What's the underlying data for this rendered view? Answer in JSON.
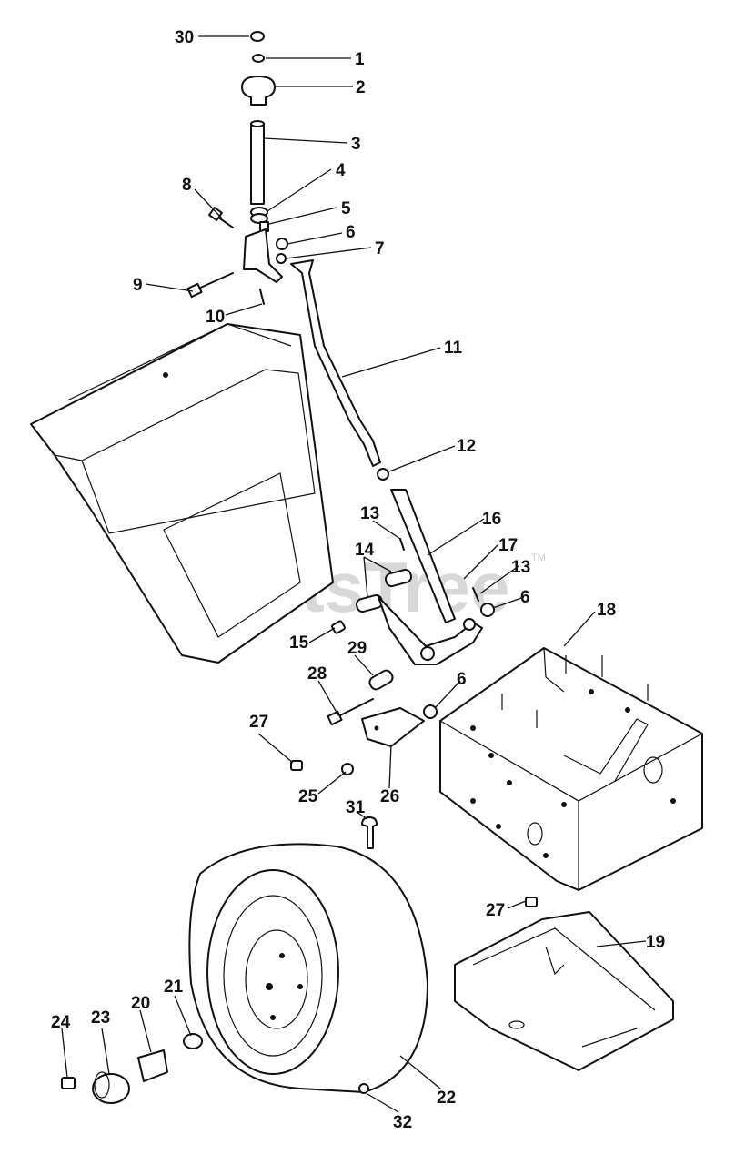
{
  "watermark": {
    "text": "PartsTree",
    "mark": "TM"
  },
  "callouts": {
    "p1": "1",
    "p2": "2",
    "p3": "3",
    "p4": "4",
    "p5": "5",
    "p6a": "6",
    "p6b": "6",
    "p6c": "6",
    "p7": "7",
    "p8": "8",
    "p9": "9",
    "p10": "10",
    "p11": "11",
    "p12": "12",
    "p13a": "13",
    "p13b": "13",
    "p14": "14",
    "p15": "15",
    "p16": "16",
    "p17": "17",
    "p18": "18",
    "p19": "19",
    "p20": "20",
    "p21": "21",
    "p22": "22",
    "p23": "23",
    "p24": "24",
    "p25": "25",
    "p26": "26",
    "p27a": "27",
    "p27b": "27",
    "p28": "28",
    "p29": "29",
    "p30": "30",
    "p31": "31",
    "p32": "32"
  }
}
